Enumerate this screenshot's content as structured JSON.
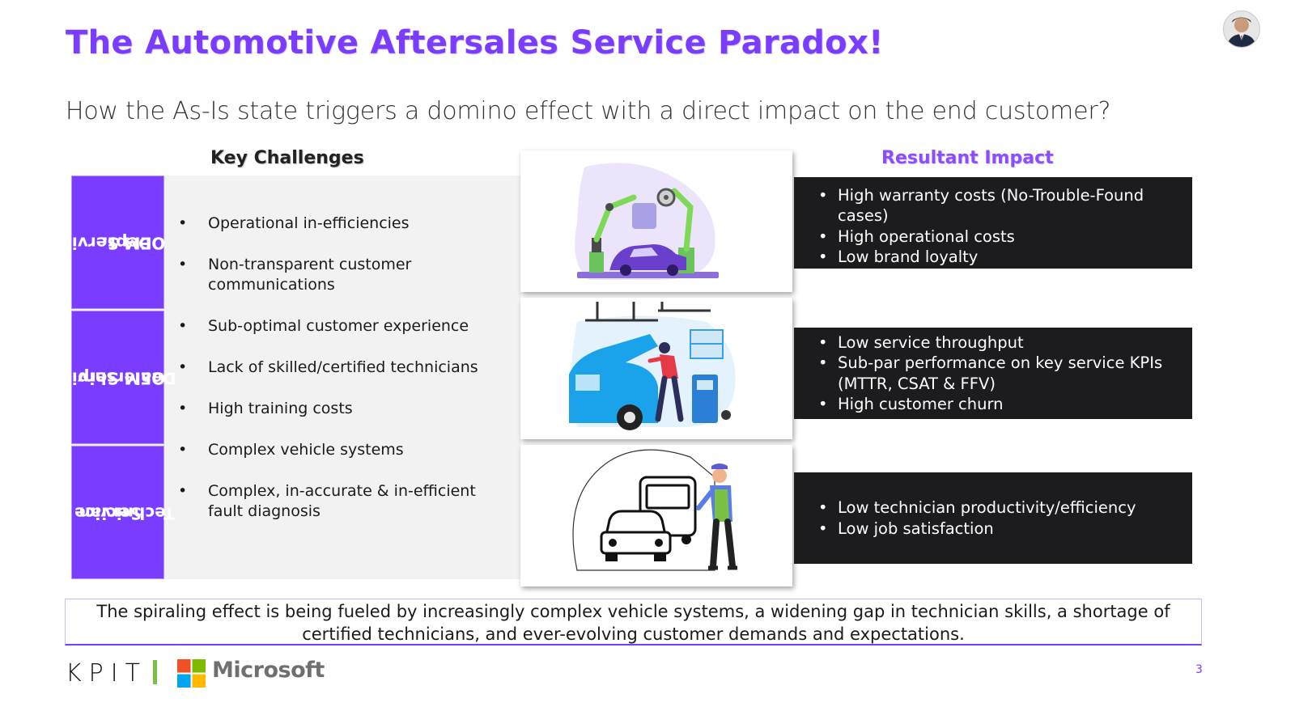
{
  "slide": {
    "title": "The Automotive Aftersales Service Paradox!",
    "subtitle": "How the As-Is state triggers a domino effect with a direct impact on the end customer?",
    "headers": {
      "challenges": "Key Challenges",
      "impact": "Resultant Impact"
    },
    "categories": [
      {
        "label_line1": "OEM Service",
        "label_line2": "Dept."
      },
      {
        "label_line1": "OEM Service",
        "label_line2": "Dealership"
      },
      {
        "label_line1": "Service",
        "label_line2": "Technician"
      }
    ],
    "challenges": [
      "Operational in-efficiencies",
      "Non-transparent customer communications",
      "Sub-optimal customer experience",
      "Lack of skilled/certified technicians",
      "High training costs",
      "Complex vehicle systems",
      "Complex, in-accurate & in-efficient fault diagnosis"
    ],
    "impacts": [
      {
        "items": [
          "High warranty costs (No-Trouble-Found cases)",
          "High operational costs",
          "Low brand loyalty"
        ]
      },
      {
        "items": [
          "Low service throughput",
          "Sub-par performance on key service KPIs (MTTR, CSAT & FFV)",
          "High customer churn"
        ]
      },
      {
        "items": [
          "Low technician productivity/efficiency",
          "Low job satisfaction"
        ]
      }
    ],
    "footer_note": "The spiraling effect is being fueled by increasingly complex vehicle systems, a widening gap in technician skills, a shortage of certified technicians, and ever-evolving customer demands and expectations.",
    "logos": {
      "kpit": "KPIT",
      "microsoft": "Microsoft"
    },
    "page_number": "3"
  },
  "colors": {
    "accent_purple": "#7a3cff",
    "impact_box": "#1c1c1f",
    "challenge_panel": "#f2f2f2"
  },
  "icons": [
    "user-avatar",
    "factory-robot-illustration",
    "mechanic-car-illustration",
    "technician-vehicles-illustration",
    "microsoft-logo-icon"
  ]
}
